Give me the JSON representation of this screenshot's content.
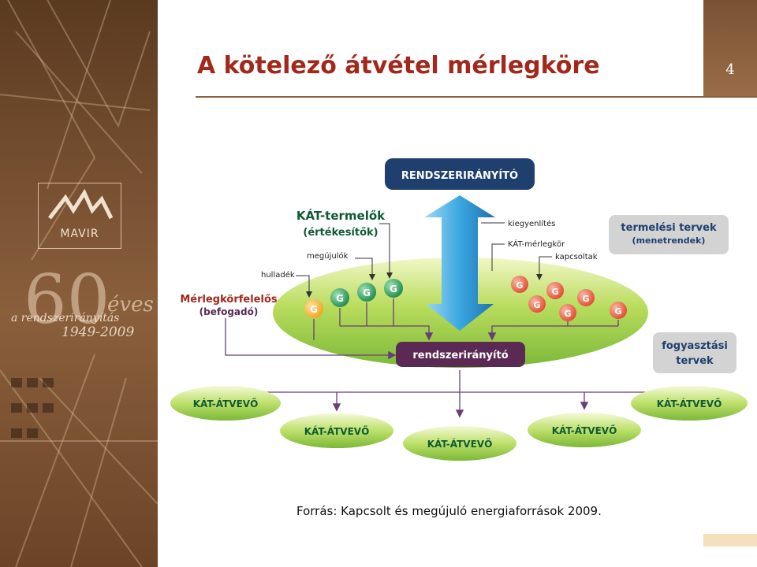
{
  "header": {
    "title": "A kötelező átvétel mérlegköre",
    "page_number": "4"
  },
  "branding": {
    "logo_text": "MAVIR",
    "anniversary_number": "60",
    "anniversary_word": "éves",
    "subtitle": "a rendszerirányítás",
    "years": "1949-2009"
  },
  "diagram": {
    "top_box": "RENDSZERIRÁNYÍTÓ",
    "center_box": "rendszerirányító",
    "kat_termelok_line1": "KÁT-termelők",
    "kat_termelok_line2": "(értékesítők)",
    "merleg_line1": "Mérlegkörfelelős",
    "merleg_line2": "(befogadó)",
    "label_megujulok": "megújulók",
    "label_hulladek": "hulladék",
    "label_kiegyenlites": "kiegyenlítés",
    "label_kat_merlegkor": "KÁT-mérlegkör",
    "label_kapcsoltak": "kapcsoltak",
    "plans_box_line1": "termelési tervek",
    "plans_box_line2": "(menetrendek)",
    "consumption_box_line1": "fogyasztási",
    "consumption_box_line2": "tervek",
    "generator_symbol": "G",
    "kat_atvevo": [
      "KÁT-ÁTVEVŐ",
      "KÁT-ÁTVEVŐ",
      "KÁT-ÁTVEVŐ",
      "KÁT-ÁTVEVŐ",
      "KÁT-ÁTVEVŐ"
    ]
  },
  "footer": {
    "source": "Forrás: Kapcsolt és megújuló energiaforrások 2009."
  },
  "colors": {
    "title_red": "#a2281c",
    "navy_box": "#1f3f6e",
    "purple_box": "#5a2a54",
    "green_ellipse": "#8cc63f",
    "dark_green_text": "#0d5a35",
    "arrow_blue": "#39a7e0",
    "purple_line": "#6a3d76",
    "gray_box": "#d3d3d3",
    "generator_orange": "#f4a320",
    "generator_green": "#1f8a4c",
    "generator_red": "#e04a2e"
  }
}
